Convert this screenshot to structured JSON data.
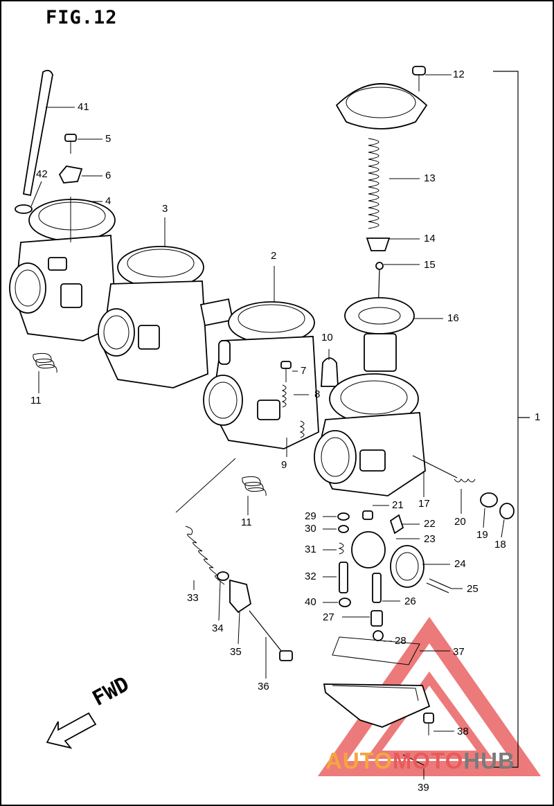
{
  "figure": {
    "title": "FIG.12"
  },
  "callouts": [
    {
      "id": "41",
      "label": "41"
    },
    {
      "id": "5",
      "label": "5"
    },
    {
      "id": "6",
      "label": "6"
    },
    {
      "id": "42",
      "label": "42"
    },
    {
      "id": "4",
      "label": "4"
    },
    {
      "id": "3",
      "label": "3"
    },
    {
      "id": "2",
      "label": "2"
    },
    {
      "id": "10",
      "label": "10"
    },
    {
      "id": "7",
      "label": "7"
    },
    {
      "id": "8",
      "label": "8"
    },
    {
      "id": "9",
      "label": "9"
    },
    {
      "id": "11a",
      "label": "11"
    },
    {
      "id": "11b",
      "label": "11"
    },
    {
      "id": "12",
      "label": "12"
    },
    {
      "id": "13",
      "label": "13"
    },
    {
      "id": "14",
      "label": "14"
    },
    {
      "id": "15",
      "label": "15"
    },
    {
      "id": "16",
      "label": "16"
    },
    {
      "id": "1",
      "label": "1"
    },
    {
      "id": "17",
      "label": "17"
    },
    {
      "id": "20",
      "label": "20"
    },
    {
      "id": "19",
      "label": "19"
    },
    {
      "id": "18",
      "label": "18"
    },
    {
      "id": "21",
      "label": "21"
    },
    {
      "id": "22",
      "label": "22"
    },
    {
      "id": "23",
      "label": "23"
    },
    {
      "id": "24",
      "label": "24"
    },
    {
      "id": "25",
      "label": "25"
    },
    {
      "id": "26",
      "label": "26"
    },
    {
      "id": "29",
      "label": "29"
    },
    {
      "id": "30",
      "label": "30"
    },
    {
      "id": "31",
      "label": "31"
    },
    {
      "id": "32",
      "label": "32"
    },
    {
      "id": "40",
      "label": "40"
    },
    {
      "id": "27",
      "label": "27"
    },
    {
      "id": "28",
      "label": "28"
    },
    {
      "id": "37",
      "label": "37"
    },
    {
      "id": "33",
      "label": "33"
    },
    {
      "id": "34",
      "label": "34"
    },
    {
      "id": "35",
      "label": "35"
    },
    {
      "id": "36",
      "label": "36"
    },
    {
      "id": "38",
      "label": "38"
    },
    {
      "id": "39",
      "label": "39"
    }
  ],
  "direction_label": "FWD",
  "watermark": {
    "part1": "AUTO",
    "part2": "MOTO",
    "part3": "HUB",
    "colors": [
      "#f4a640",
      "#e85a5a",
      "#7a7a7a"
    ]
  }
}
